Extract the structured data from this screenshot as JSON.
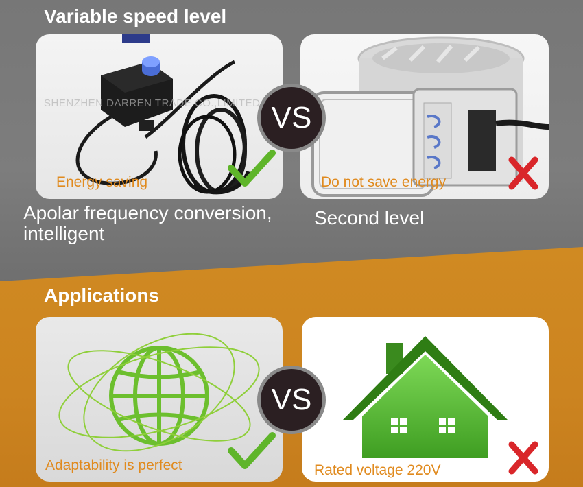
{
  "top_section": {
    "heading": "Variable speed level",
    "left_card": {
      "caption": "Energy saving",
      "subtitle": "Apolar frequency conversion, intelligent"
    },
    "right_card": {
      "caption": "Do not save energy",
      "subtitle": "Second level"
    },
    "vs_label": "VS",
    "watermark": "SHENZHEN DARREN TRADE CO.,LIMITED"
  },
  "bottom_section": {
    "heading": "Applications",
    "left_card": {
      "caption": "Adaptability is perfect"
    },
    "right_card": {
      "caption": "Rated voltage 220V"
    },
    "vs_label": "VS"
  },
  "colors": {
    "gray_band": "#7a7a7a",
    "orange_band": "#cc8420",
    "caption_orange": "#e08a1e",
    "check_green": "#5fb52a",
    "cross_red": "#d9262a",
    "house_green": "#4caf2a"
  }
}
